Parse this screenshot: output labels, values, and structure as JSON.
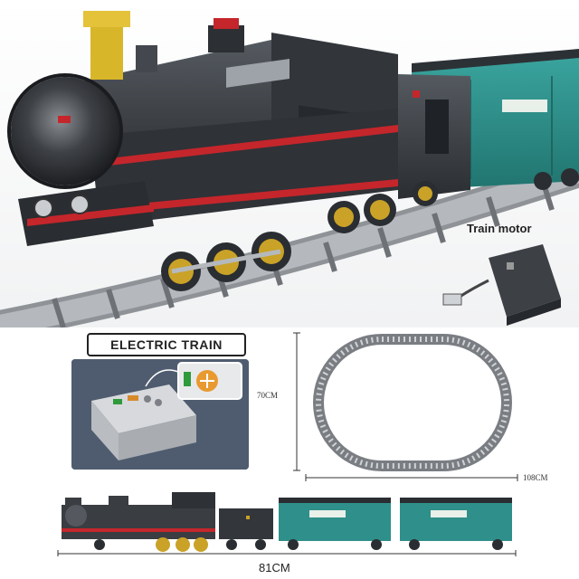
{
  "labels": {
    "train_motor": "Train motor",
    "electric_train": "ELECTRIC TRAIN",
    "height_dim": "70CM",
    "width_dim": "108CM",
    "length_dim": "81CM"
  },
  "colors": {
    "locomotive_body": "#3a3d42",
    "red_trim": "#c4262b",
    "wagon_teal": "#2f8f8a",
    "gold_wheels": "#c9a227",
    "panel_bg": "#4e5a6c",
    "track_rail": "#9a9ea3"
  }
}
